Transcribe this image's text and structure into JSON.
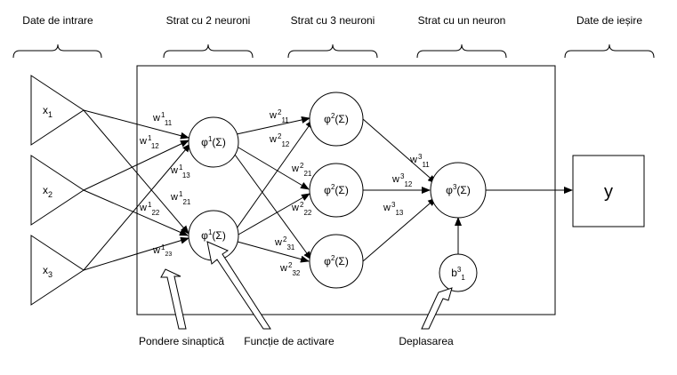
{
  "headers": {
    "input": "Date de intrare",
    "layer1": "Strat cu 2 neuroni",
    "layer2": "Strat cu 3 neuroni",
    "layer3": "Strat cu un neuron",
    "output": "Date de ieșire"
  },
  "inputs": [
    {
      "base": "x",
      "sub": "1"
    },
    {
      "base": "x",
      "sub": "2"
    },
    {
      "base": "x",
      "sub": "3"
    }
  ],
  "neurons": {
    "layer1": {
      "phi": "φ",
      "sup": "1",
      "tail": "(Σ)"
    },
    "layer2": {
      "phi": "φ",
      "sup": "2",
      "tail": "(Σ)"
    },
    "layer3": {
      "phi": "φ",
      "sup": "3",
      "tail": "(Σ)"
    }
  },
  "bias": {
    "base": "b",
    "sup": "3",
    "sub": "1"
  },
  "output": "y",
  "weights": [
    {
      "sup": "1",
      "sub": "11"
    },
    {
      "sup": "1",
      "sub": "12"
    },
    {
      "sup": "1",
      "sub": "13"
    },
    {
      "sup": "1",
      "sub": "21"
    },
    {
      "sup": "1",
      "sub": "22"
    },
    {
      "sup": "1",
      "sub": "23"
    },
    {
      "sup": "2",
      "sub": "11"
    },
    {
      "sup": "2",
      "sub": "12"
    },
    {
      "sup": "2",
      "sub": "21"
    },
    {
      "sup": "2",
      "sub": "22"
    },
    {
      "sup": "2",
      "sub": "31"
    },
    {
      "sup": "2",
      "sub": "32"
    },
    {
      "sup": "3",
      "sub": "11"
    },
    {
      "sup": "3",
      "sub": "12"
    },
    {
      "sup": "3",
      "sub": "13"
    }
  ],
  "annotations": {
    "weight": "Pondere sinaptică",
    "activation": "Funcție de activare",
    "bias": "Deplasarea"
  }
}
